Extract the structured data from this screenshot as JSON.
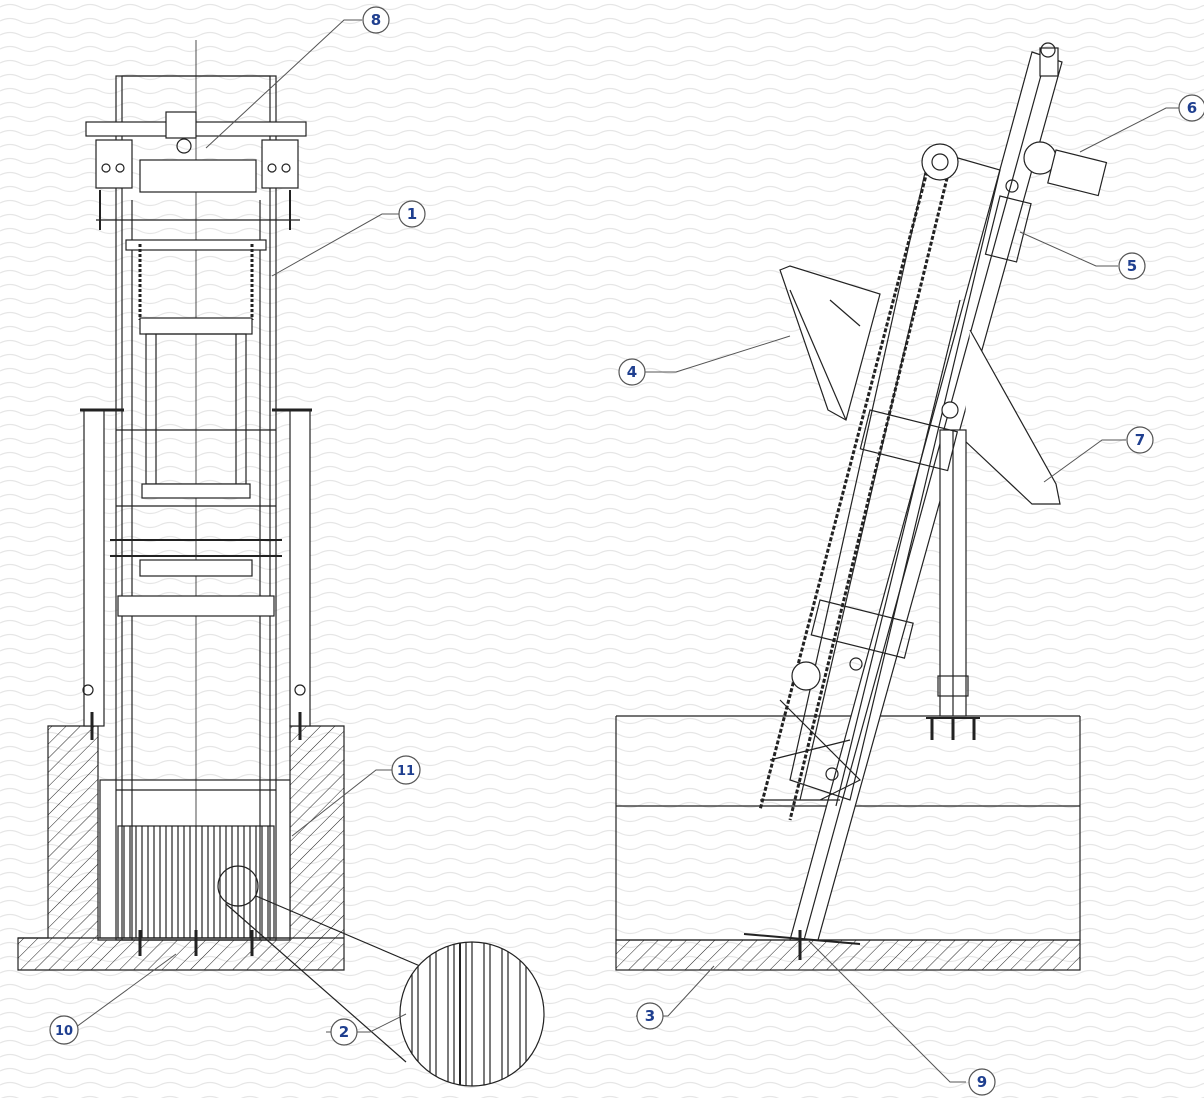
{
  "colors": {
    "line": "#222222",
    "callout_stroke": "#555555",
    "callout_fill": "#ffffff",
    "callout_text": "#1f3f8f",
    "background_pattern": "#e6e6e6"
  },
  "callouts": [
    {
      "id": "1",
      "label": "1"
    },
    {
      "id": "2",
      "label": "2"
    },
    {
      "id": "3",
      "label": "3"
    },
    {
      "id": "4",
      "label": "4"
    },
    {
      "id": "5",
      "label": "5"
    },
    {
      "id": "6",
      "label": "6"
    },
    {
      "id": "7",
      "label": "7"
    },
    {
      "id": "8",
      "label": "8"
    },
    {
      "id": "9",
      "label": "9"
    },
    {
      "id": "10",
      "label": "10"
    },
    {
      "id": "11",
      "label": "11"
    }
  ]
}
